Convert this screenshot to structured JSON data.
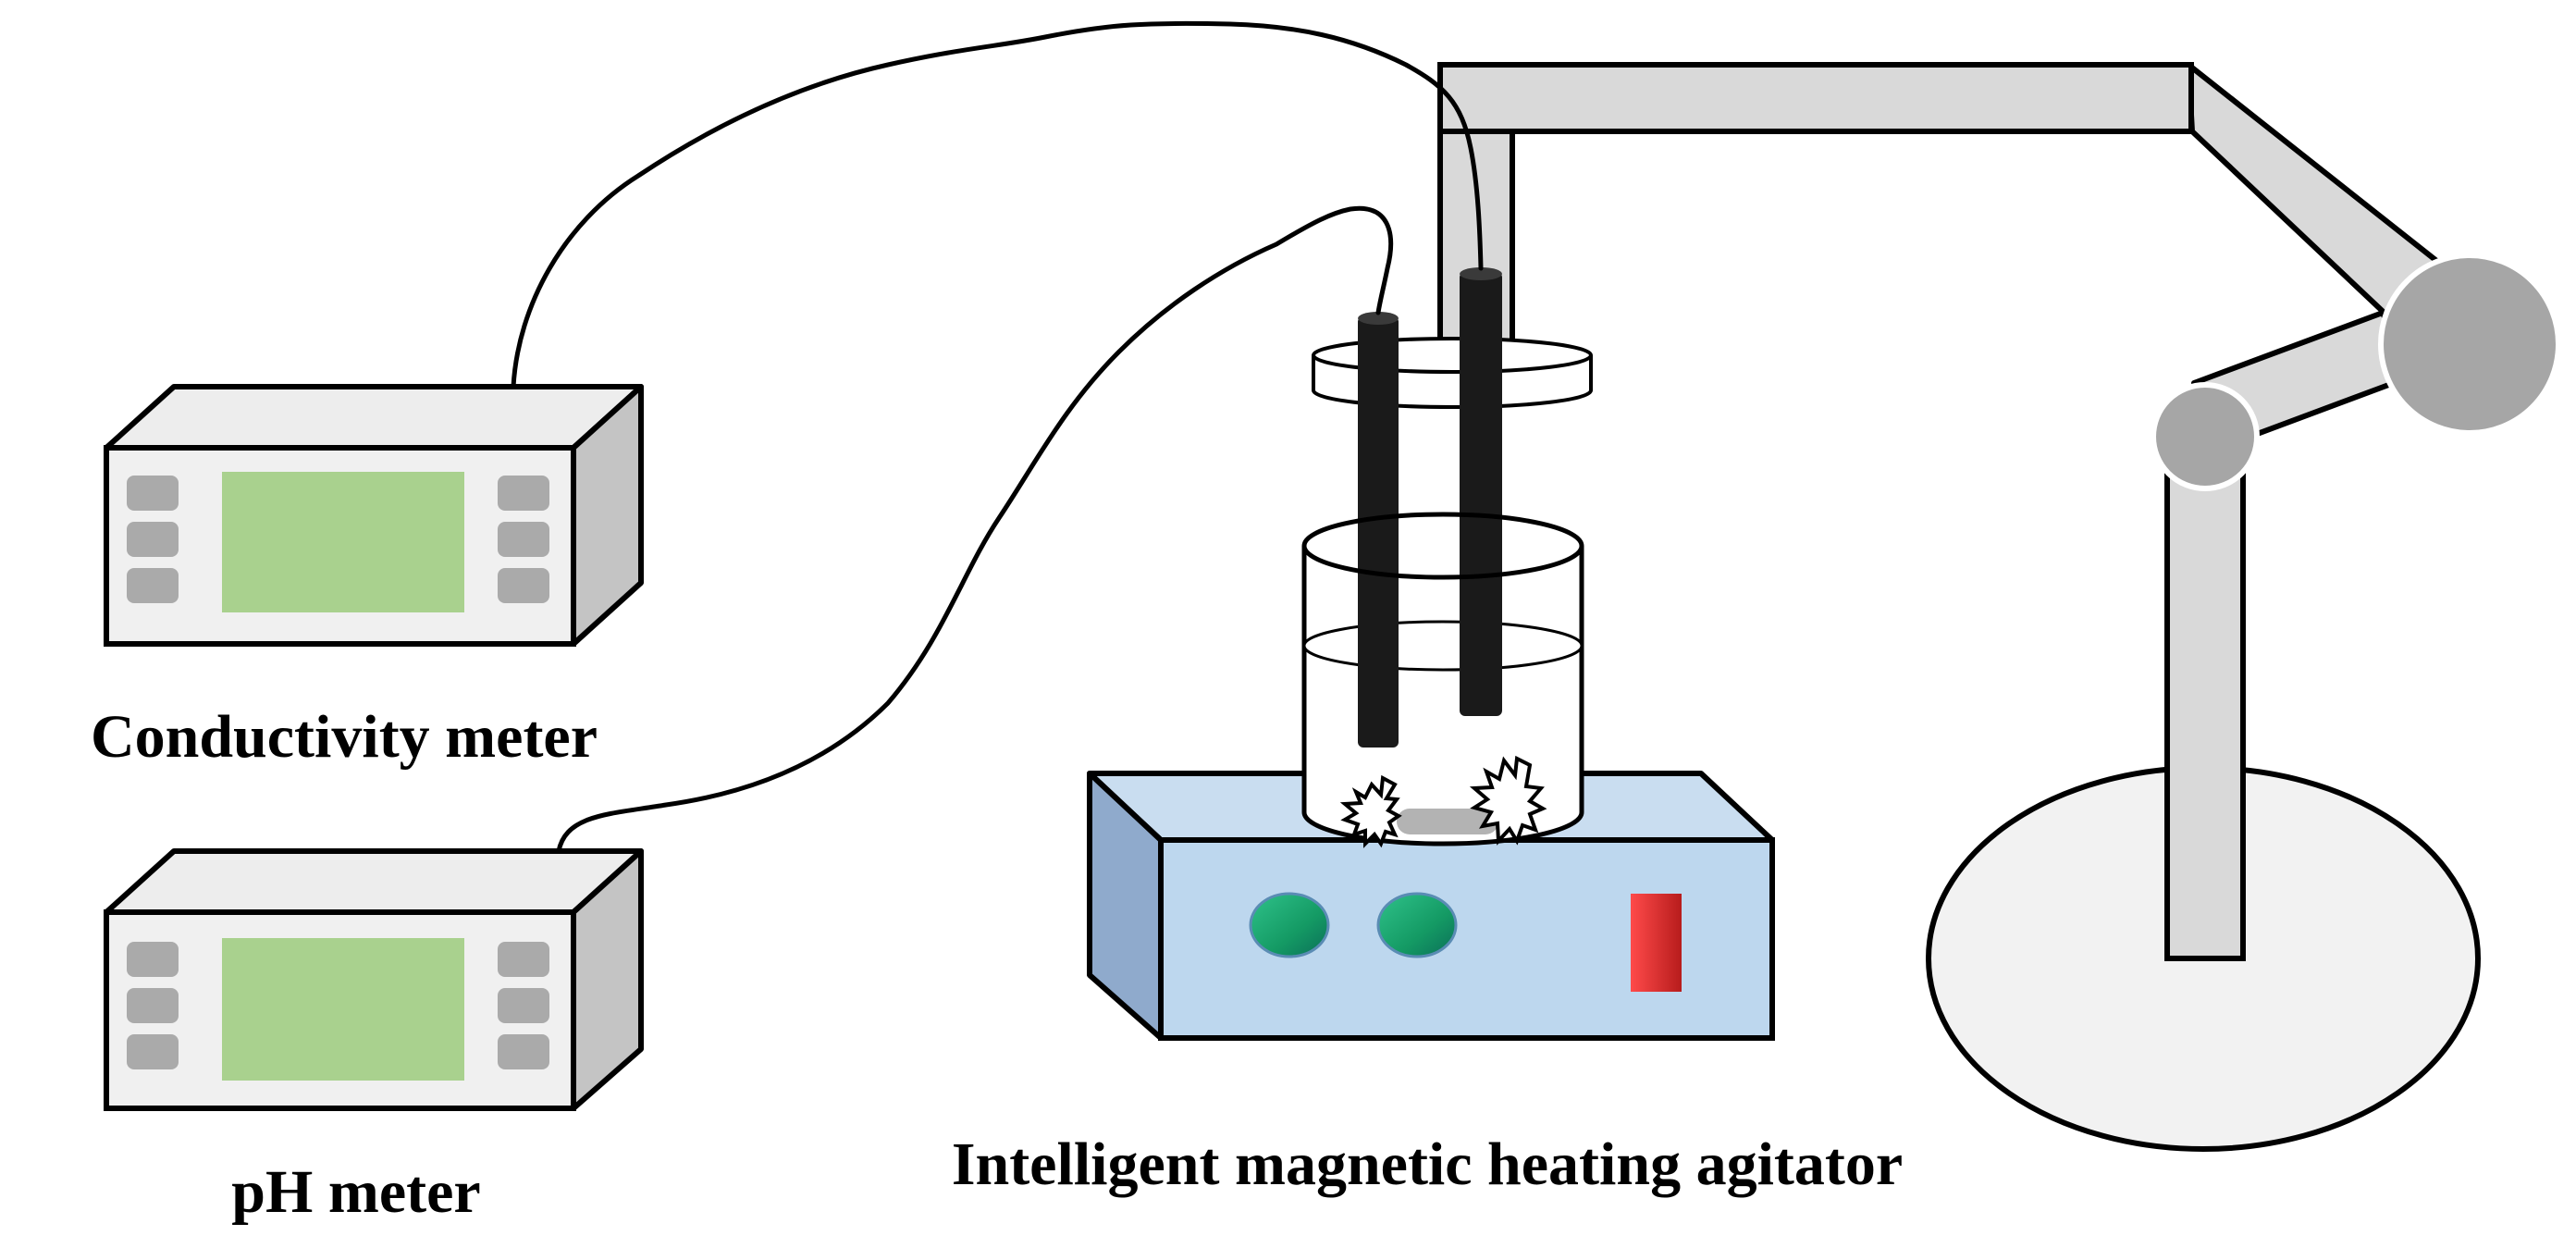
{
  "labels": {
    "conductivity_meter": "Conductivity meter",
    "ph_meter": "pH meter",
    "agitator": "Intelligent magnetic heating agitator"
  },
  "colors": {
    "outline": "#000000",
    "meter_body": "#f0f0f0",
    "meter_side": "#c4c4c4",
    "meter_screen": "#a9d18e",
    "meter_button": "#aaaaaa",
    "stand_arm": "#d9d9d9",
    "stand_joint": "#a6a6a6",
    "stand_base": "#f2f2f2",
    "agitator_front": "#bdd7ee",
    "agitator_top": "#c9ddf0",
    "agitator_side": "#8faacc",
    "knob": "#1f9e6a",
    "switch": "#e53a3a",
    "electrode": "#1a1a1a",
    "stir_bar": "#b3b3b3"
  }
}
